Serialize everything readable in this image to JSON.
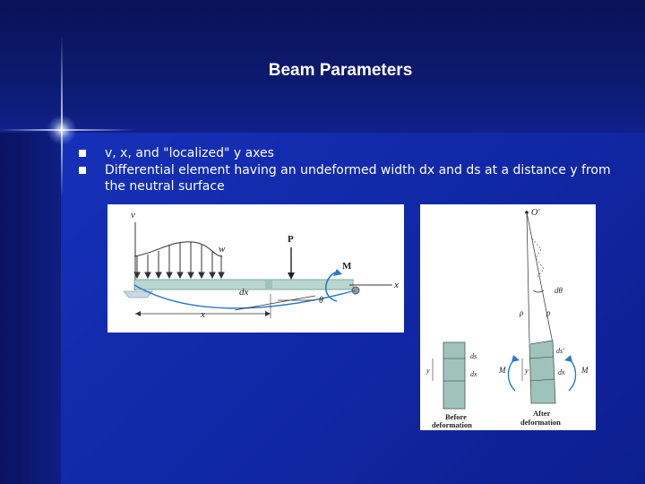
{
  "slide": {
    "title": "Beam Parameters",
    "bullets": [
      "v, x, and \"localized\" y axes",
      "Differential element having an undeformed width dx and ds at a distance y from the neutral surface"
    ]
  },
  "figure_beam": {
    "axis_v": "v",
    "load_w": "w",
    "force_p": "P",
    "moment_m": "M",
    "axis_x": "x",
    "element_dx": "dx",
    "angle_theta": "θ",
    "distance_x": "x"
  },
  "figure_deformation": {
    "center_o": "O'",
    "angle_dtheta": "dθ",
    "rho_left": "ρ",
    "rho_right": "ρ",
    "before_ds": "ds",
    "before_dx": "dx",
    "before_y": "y",
    "after_ds": "ds'",
    "after_dx": "dx",
    "after_y": "y",
    "moment_left": "M",
    "moment_right": "M",
    "before_caption_1": "Before",
    "before_caption_2": "deformation",
    "after_caption_1": "After",
    "after_caption_2": "deformation"
  },
  "colors": {
    "background": "#1128a6",
    "text": "#ffffff",
    "beam": "#b9d6cf",
    "elastic_curve": "#2a78c8"
  }
}
